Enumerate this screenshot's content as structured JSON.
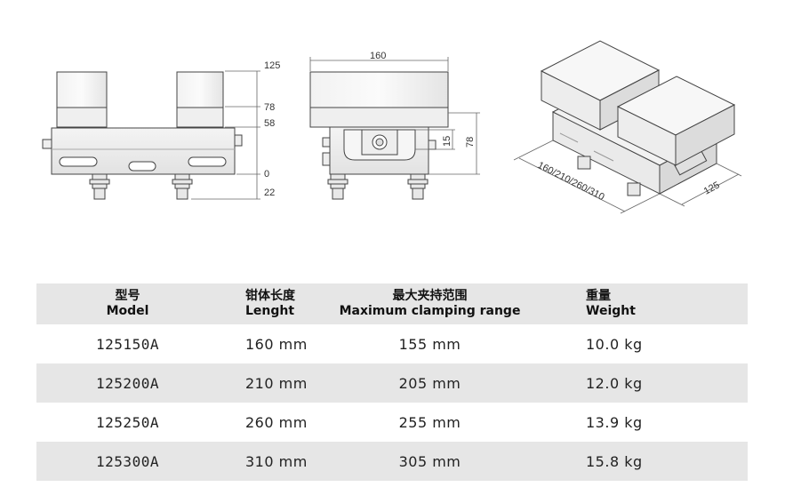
{
  "drawings": {
    "front_view": {
      "dims": [
        "125",
        "78",
        "58",
        "0",
        "22"
      ]
    },
    "side_view": {
      "dims": [
        "160",
        "15",
        "78"
      ]
    },
    "iso_view": {
      "dims": [
        "160/210/260/310",
        "125"
      ]
    }
  },
  "table": {
    "headers": [
      {
        "zh": "型号",
        "en": "Model"
      },
      {
        "zh": "钳体长度",
        "en": "Lenght"
      },
      {
        "zh": "最大夹持范围",
        "en": "Maximum clamping range"
      },
      {
        "zh": "重量",
        "en": "Weight"
      }
    ],
    "rows": [
      {
        "model": "125150A",
        "length": "160 mm",
        "range": "155 mm",
        "weight": "10.0 kg"
      },
      {
        "model": "125200A",
        "length": "210 mm",
        "range": "205 mm",
        "weight": "12.0 kg"
      },
      {
        "model": "125250A",
        "length": "260 mm",
        "range": "255 mm",
        "weight": "13.9 kg"
      },
      {
        "model": "125300A",
        "length": "310 mm",
        "range": "305 mm",
        "weight": "15.8 kg"
      }
    ]
  }
}
